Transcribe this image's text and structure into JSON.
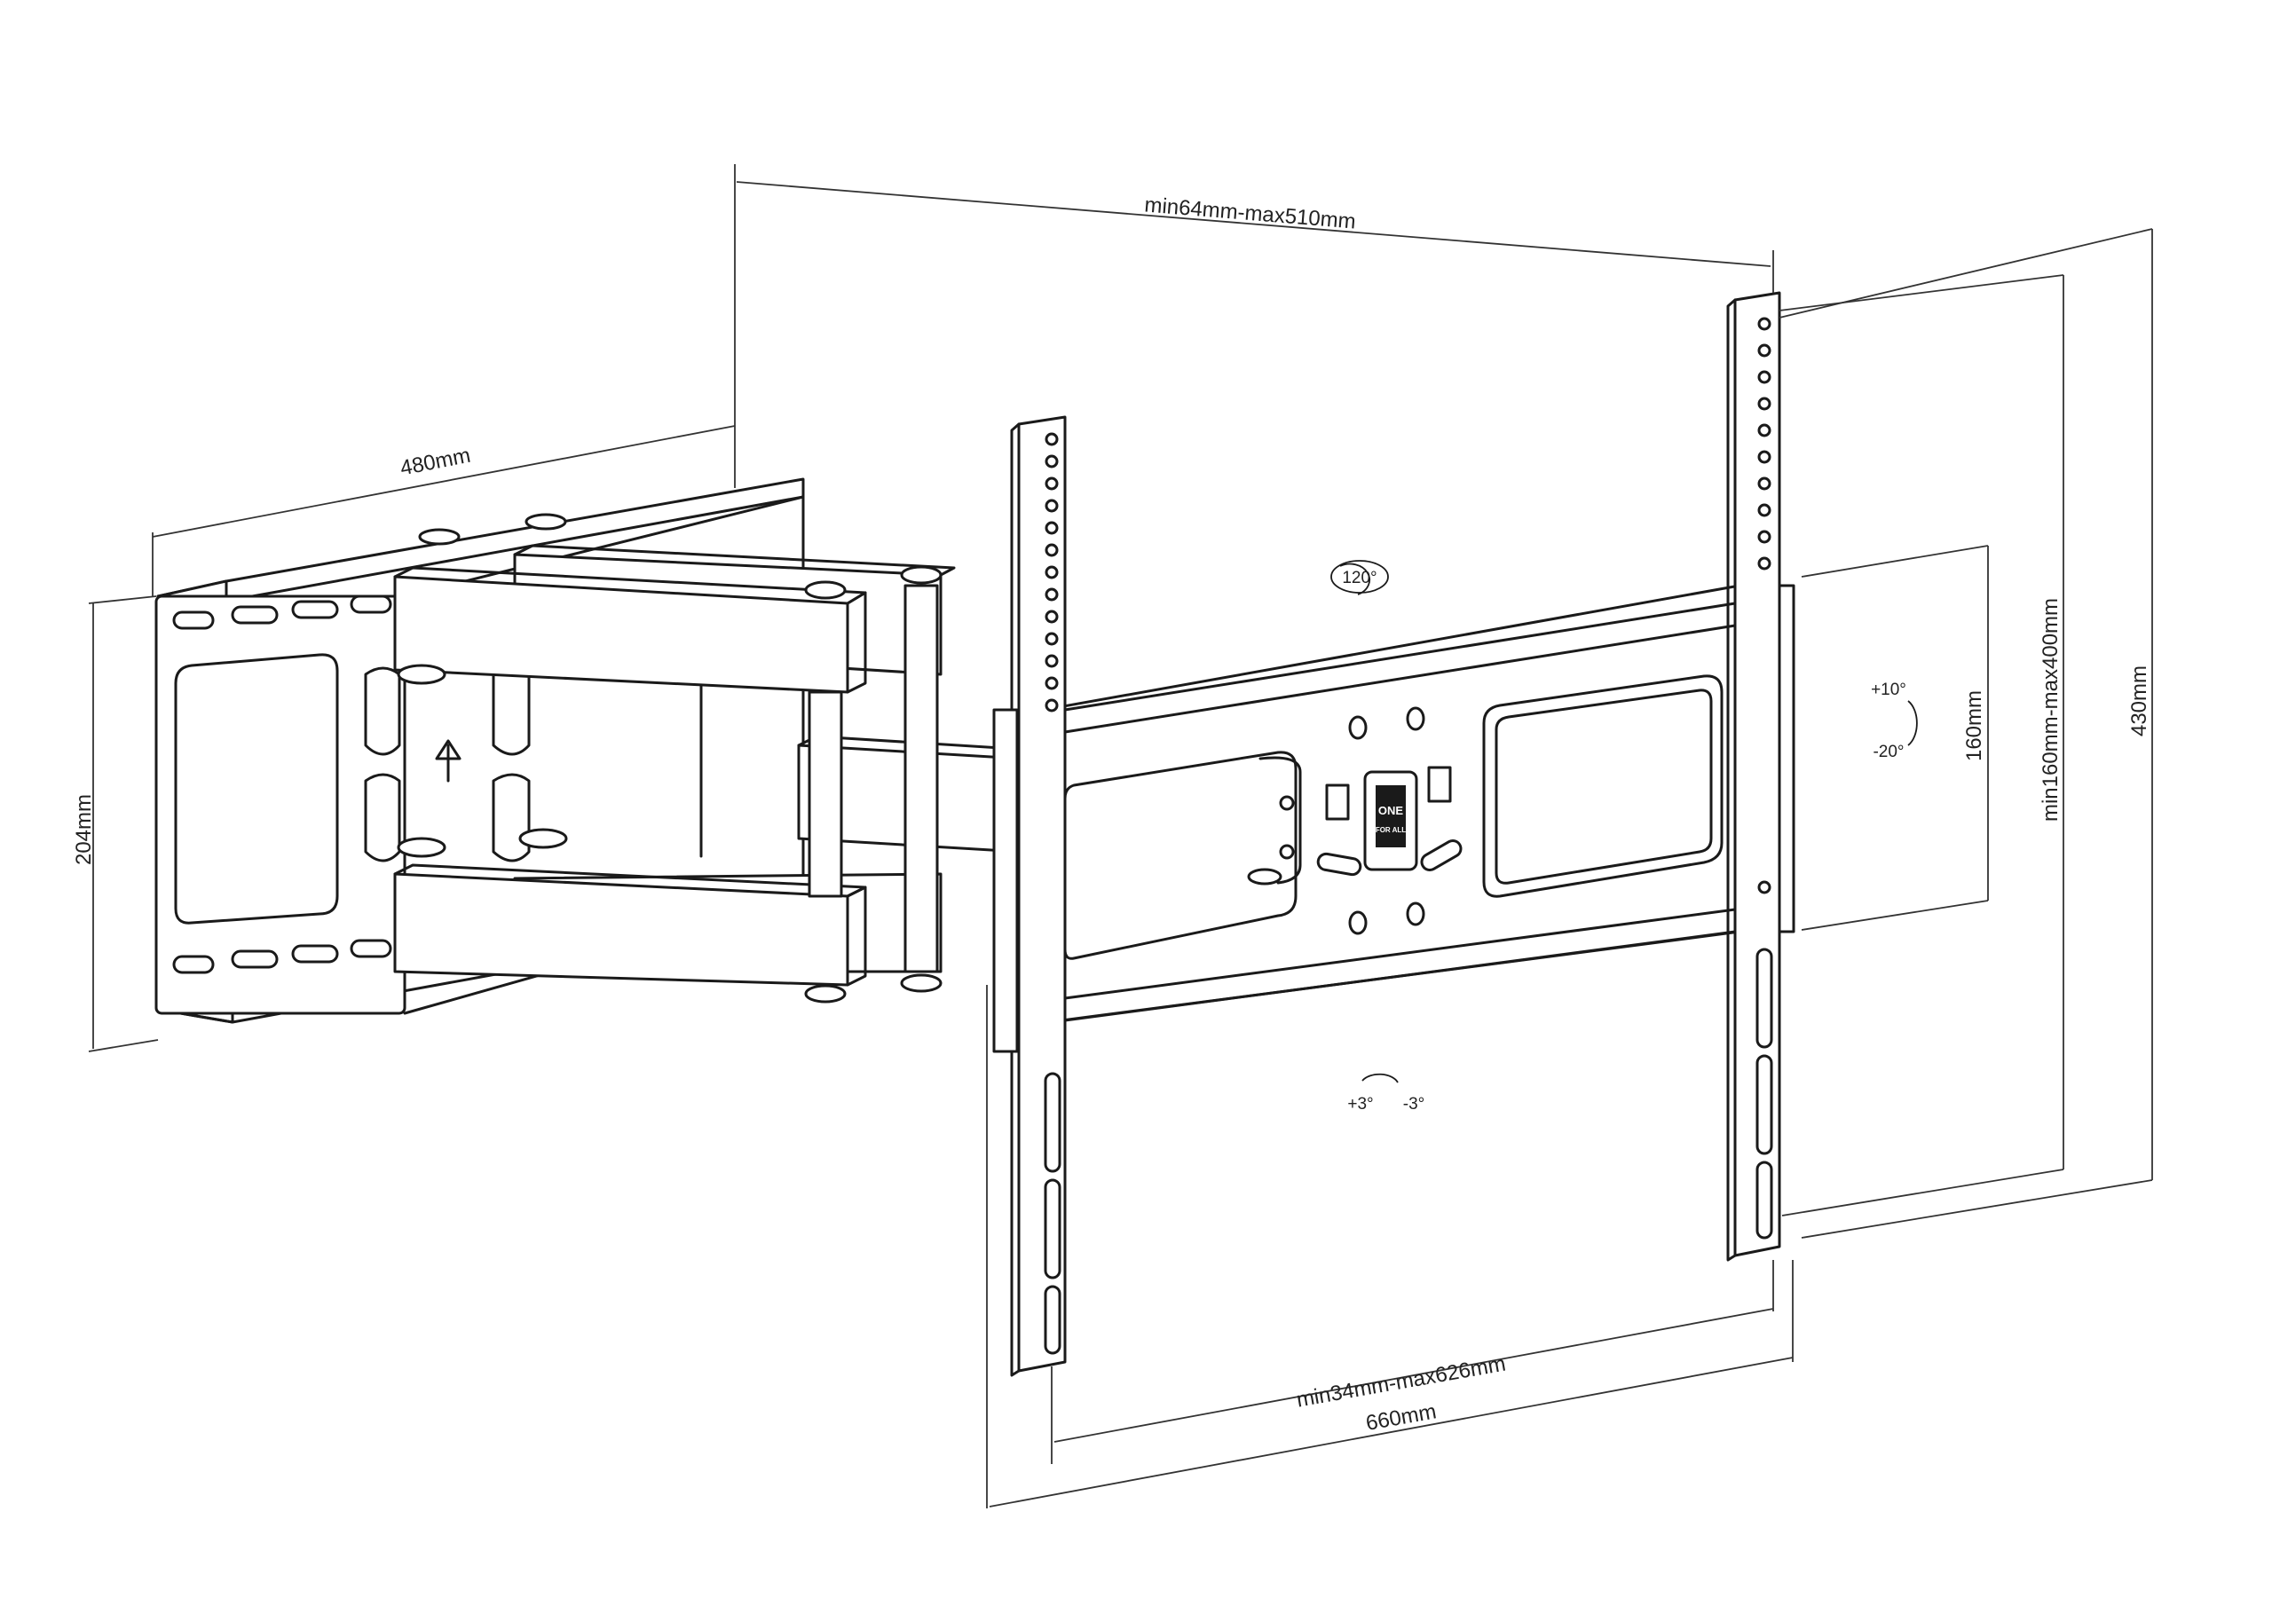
{
  "dimensions": {
    "top_width": "min64mm-max510mm",
    "arm_extension": "480mm",
    "wall_plate_height": "204mm",
    "bracket_height": "430mm",
    "vesa_vertical": "min160mm-max400mm",
    "plate_height": "160mm",
    "vesa_horizontal": "min34mm-max626mm",
    "overall_width": "660mm"
  },
  "angles": {
    "swivel": "120°",
    "tilt_up": "+10°",
    "tilt_down": "-20°",
    "level_plus": "+3°",
    "level_minus": "-3°"
  },
  "logo": {
    "line1": "ONE",
    "line2": "FOR ALL"
  },
  "colors": {
    "line": "#1a1a1a",
    "background": "#ffffff"
  }
}
